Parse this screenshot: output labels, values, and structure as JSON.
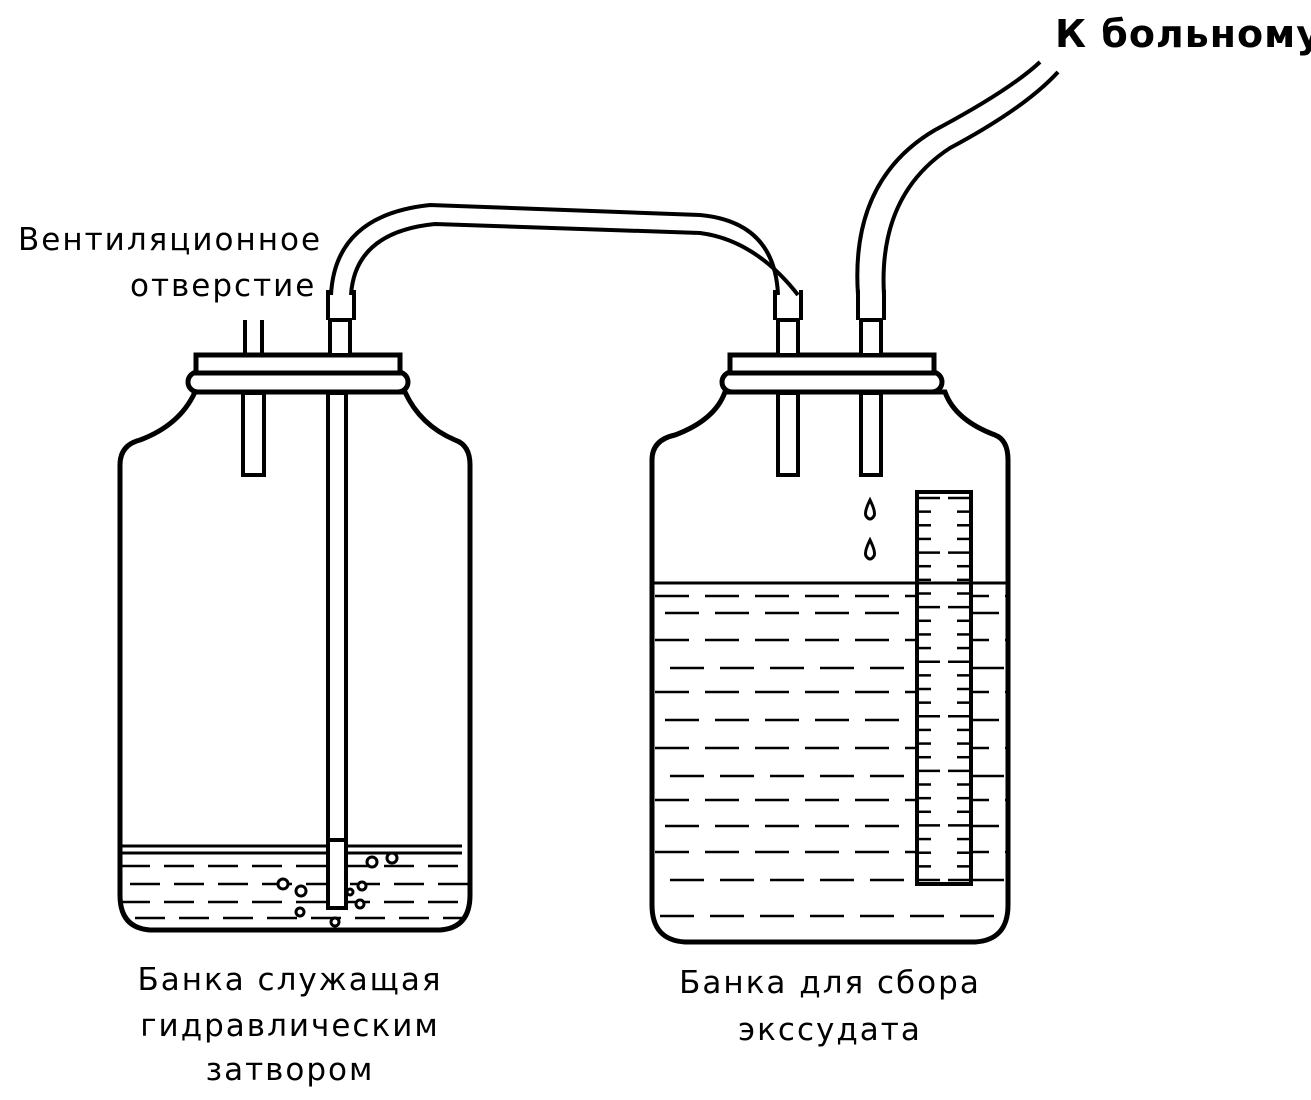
{
  "labels": {
    "to_patient": "К больному",
    "vent_line1": "Вентиляционное",
    "vent_line2": "отверстие",
    "left_jar_line1": "Банка служащая",
    "left_jar_line2": "гидравлическим",
    "left_jar_line3": "затвором",
    "right_jar_line1": "Банка для сбора",
    "right_jar_line2": "экссудата"
  },
  "colors": {
    "ink": "#000000",
    "paper": "#ffffff"
  }
}
